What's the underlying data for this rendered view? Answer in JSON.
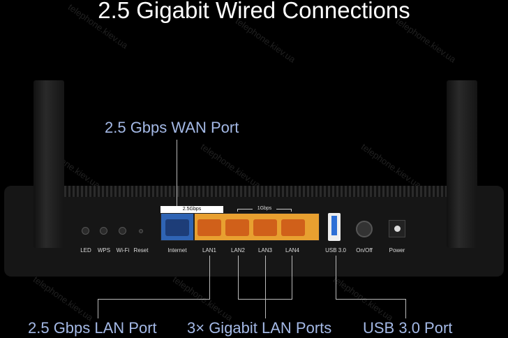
{
  "title": "2.5 Gigabit Wired Connections",
  "watermark": "telephone.kiev.ua",
  "callouts": {
    "wan": "2.5 Gbps WAN Port",
    "lan25": "2.5 Gbps LAN Port",
    "gig": "3× Gigabit LAN Ports",
    "usb": "USB 3.0 Port"
  },
  "panel": {
    "speed_wan": "2.5Gbps",
    "speed_lan": "1Gbps",
    "labels": [
      "LED",
      "WPS",
      "Wi-Fi",
      "Reset",
      "Internet",
      "LAN1",
      "LAN2",
      "LAN3",
      "LAN4",
      "USB 3.0",
      "On/Off",
      "Power"
    ]
  },
  "colors": {
    "wan_port": "#2f64b4",
    "lan_ports": "#e8a030",
    "callout": "#a4b9e6"
  }
}
